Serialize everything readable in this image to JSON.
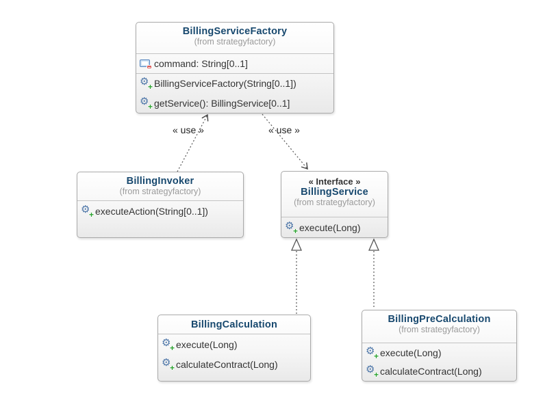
{
  "diagram": {
    "background": "#ffffff",
    "colors": {
      "class_title": "#17486e",
      "stereotype_text": "#333333",
      "package_text": "#9a9a9a",
      "member_text": "#333333",
      "box_border": "#a9a9a9",
      "divider": "#c3c3c3",
      "connector": "#555555",
      "gear_icon_blue": "#4d76a8",
      "plus_badge_green": "#2aa12e",
      "field_icon_blue": "#4f81bd",
      "minus_badge_red": "#d9534f"
    },
    "dependency_label": "« use »",
    "icons": {
      "gear_glyph": "⚙",
      "plus_glyph": "+"
    },
    "classes": {
      "factory": {
        "name": "BillingServiceFactory",
        "package": "(from strategyfactory)",
        "attributes": [
          {
            "icon": "private-field-icon",
            "text": "command: String[0..1]"
          }
        ],
        "methods": [
          {
            "icon": "public-method-icon",
            "text": "BillingServiceFactory(String[0..1])"
          },
          {
            "icon": "public-method-icon",
            "text": "getService(): BillingService[0..1]"
          }
        ]
      },
      "invoker": {
        "name": "BillingInvoker",
        "package": "(from strategyfactory)",
        "methods": [
          {
            "icon": "public-method-icon",
            "text": "executeAction(String[0..1])"
          }
        ]
      },
      "service": {
        "stereotype": "« Interface »",
        "name": "BillingService",
        "package": "(from strategyfactory)",
        "methods": [
          {
            "icon": "public-method-icon",
            "text": "execute(Long)"
          }
        ]
      },
      "calculation": {
        "name": "BillingCalculation",
        "methods": [
          {
            "icon": "public-method-icon",
            "text": "execute(Long)"
          },
          {
            "icon": "public-method-icon",
            "text": "calculateContract(Long)"
          }
        ]
      },
      "precalculation": {
        "name": "BillingPreCalculation",
        "package": "(from strategyfactory)",
        "methods": [
          {
            "icon": "public-method-icon",
            "text": "execute(Long)"
          },
          {
            "icon": "public-method-icon",
            "text": "calculateContract(Long)"
          }
        ]
      }
    }
  }
}
